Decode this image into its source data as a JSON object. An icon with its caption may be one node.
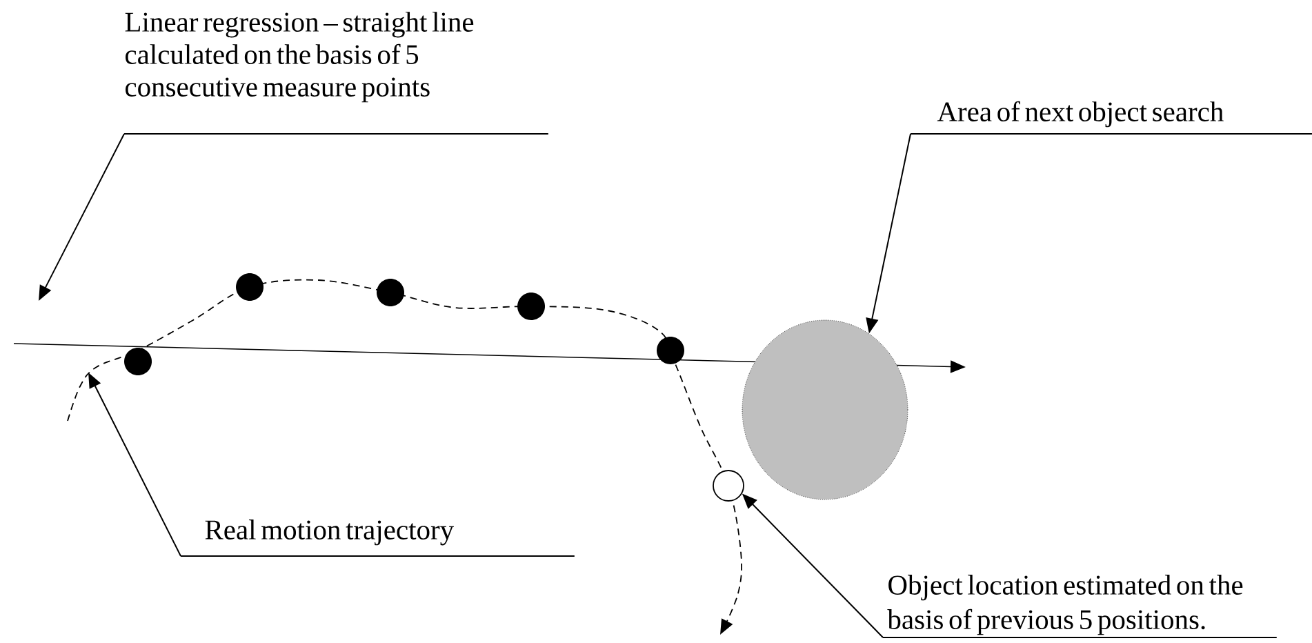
{
  "diagram": {
    "nodes": [
      {
        "text": [
          "Linear regression – straight line calculated on the basis of 5 consecutive measure points"
        ]
      },
      {
        "text": [
          "Area of next object search"
        ]
      },
      {
        "text": [],
        "shape": "circle"
      },
      {
        "text": [
          "Real motion trajectory"
        ]
      },
      {
        "text": [
          "Object location estimated on the basis of previous 5 positions."
        ]
      },
      {
        "text": [],
        "shape": "circle"
      }
    ],
    "edges": [
      {
        "from": 0,
        "to": null,
        "arrow": "to"
      },
      {
        "from": 1,
        "to": 2,
        "arrow": "to"
      },
      {
        "from": 3,
        "to": null,
        "arrow": "to"
      },
      {
        "from": 4,
        "to": 5,
        "arrow": "to"
      }
    ]
  }
}
